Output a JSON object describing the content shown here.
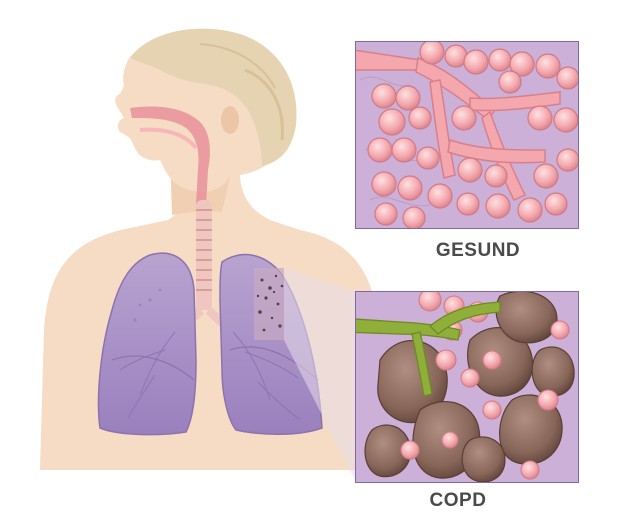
{
  "labels": {
    "healthy": "GESUND",
    "copd": "COPD"
  },
  "colors": {
    "skin": "#f6dcc4",
    "skin_shadow": "#e8c2a2",
    "hair": "#e6d3b1",
    "lung": "#a890c4",
    "lung_dark": "#8d73ad",
    "trachea": "#efc6c0",
    "airway_red": "#e8909a",
    "alveoli_healthy": "#f4a8ae",
    "alveoli_highlight": "#fbd0d2",
    "panel_bg": "#c7a9d6",
    "panel_border": "#7b6aa6",
    "alveoli_copd": "#8a6a5e",
    "airway_copd": "#8fae3a",
    "text": "#4a4a4a"
  },
  "icons": {
    "healthy_panel": "healthy-alveoli-illustration",
    "copd_panel": "copd-alveoli-illustration",
    "figure": "patient-torso-with-lungs-illustration"
  }
}
